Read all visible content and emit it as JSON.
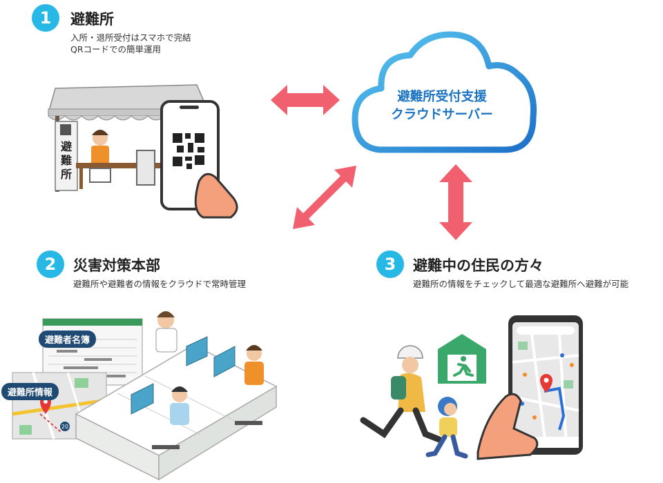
{
  "sections": [
    {
      "number": "1",
      "title": "避難所",
      "description_lines": [
        "入所・退所受付はスマホで完結",
        "QRコードでの簡単運用"
      ],
      "sign_text": [
        "避",
        "難",
        "所"
      ]
    },
    {
      "number": "2",
      "title": "災害対策本部",
      "description_lines": [
        "避難所や避難者の情報をクラウドで常時管理"
      ],
      "tags": [
        "避難者名簿",
        "避難所情報"
      ]
    },
    {
      "number": "3",
      "title": "避難中の住民の方々",
      "description_lines": [
        "避難所の情報をチェックして最適な避難所へ避難が可能"
      ]
    }
  ],
  "cloud": {
    "lines": [
      "避難所受付支援",
      "クラウドサーバー"
    ]
  },
  "map_route_label": "20",
  "colors": {
    "badge": "#27b8e6",
    "arrow": "#f0606e",
    "cloud_stroke": "#2a8fd8",
    "cloud_text": "#1a73c2",
    "tag_bg": "#1f4a73",
    "exit_sign": "#3aa86b"
  }
}
